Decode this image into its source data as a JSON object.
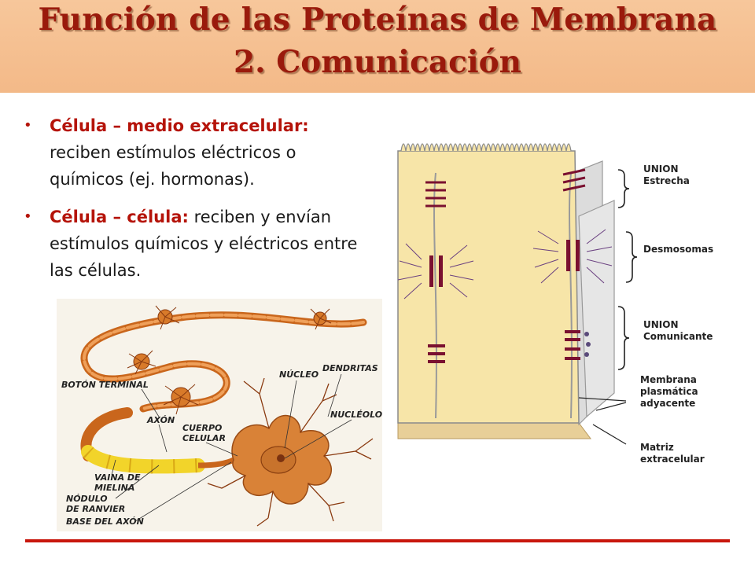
{
  "title": {
    "line1": "Función de las Proteínas de Membrana",
    "line2": "2. Comunicación"
  },
  "bullets": [
    {
      "highlight": "Célula – medio extracelular:",
      "text": " reciben estímulos eléctricos o químicos (ej. hormonas)."
    },
    {
      "highlight": "Célula – célula:",
      "text": " reciben y envían estímulos químicos y eléctricos entre las células."
    }
  ],
  "neuron_labels": {
    "boton": "BOTÓN TERMINAL",
    "nucleo": "NÚCLEO",
    "dendritas": "DENDRITAS",
    "axon": "AXÓN",
    "cuerpo1": "CUERPO",
    "cuerpo2": "CELULAR",
    "nucleolo": "NUCLÉOLO",
    "vaina1": "VAINA DE",
    "vaina2": "MIELINA",
    "nodulo1": "NÓDULO",
    "nodulo2": "DE RANVIER",
    "base": "BASE DEL AXÓN"
  },
  "cell_labels": {
    "union_estrecha_1": "UNION",
    "union_estrecha_2": "Estrecha",
    "desmosomas": "Desmosomas",
    "union_comunicante_1": "UNION",
    "union_comunicante_2": "Comunicante",
    "membrana_1": "Membrana",
    "membrana_2": "plasmática",
    "membrana_3": "adyacente",
    "matriz_1": "Matriz",
    "matriz_2": "extracelular"
  },
  "colors": {
    "title": "#9a1a0c",
    "accent": "#b5140a",
    "header_bg": "#f5c090",
    "cell_fill": "#f7e5a8",
    "matrix": "#e8cf98",
    "junction": "#7a1030"
  }
}
